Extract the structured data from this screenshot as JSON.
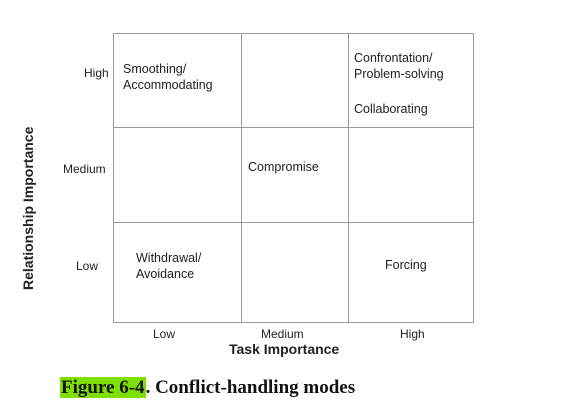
{
  "figure": {
    "y_axis_title": "Relationship Importance",
    "x_axis_title": "Task Importance",
    "y_levels": [
      "High",
      "Medium",
      "Low"
    ],
    "x_levels": [
      "Low",
      "Medium",
      "High"
    ],
    "cells": {
      "high_low": "Smoothing/\nAccommodating",
      "high_high_1": "Confrontation/\nProblem-solving",
      "high_high_2": "Collaborating",
      "medium_medium": "Compromise",
      "low_low": "Withdrawal/\nAvoidance",
      "low_high": "Forcing"
    },
    "grid_color": "#9a9a9a"
  },
  "caption": {
    "label": "Figure 6-4",
    "text": ". Conflict-handling modes",
    "highlight_color": "#7fe000"
  }
}
